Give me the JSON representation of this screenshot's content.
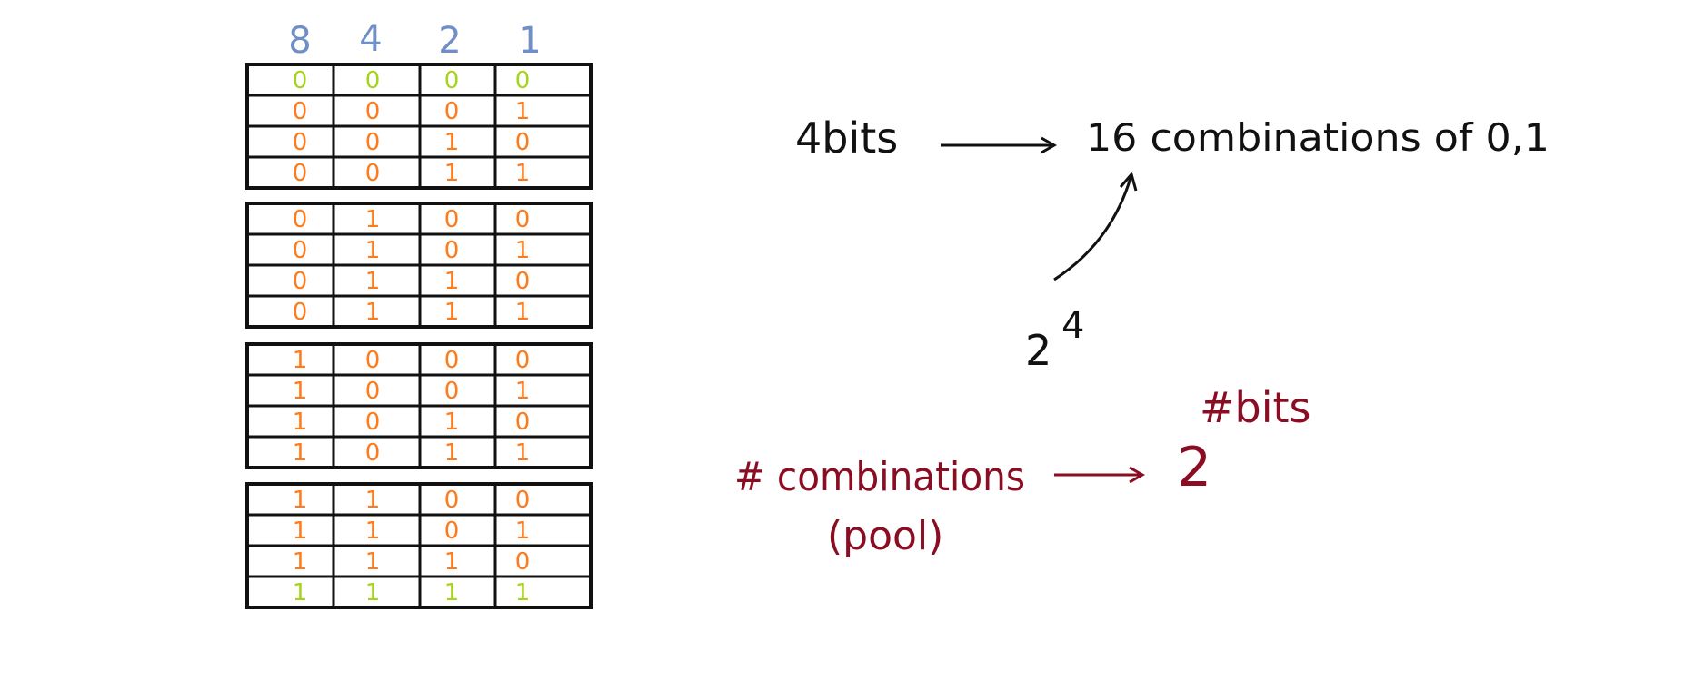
{
  "header": [
    "8",
    "4",
    "2",
    "1"
  ],
  "rows": [
    [
      "0",
      "0",
      "0",
      "0"
    ],
    [
      "0",
      "0",
      "0",
      "1"
    ],
    [
      "0",
      "0",
      "1",
      "0"
    ],
    [
      "0",
      "0",
      "1",
      "1"
    ],
    [
      "0",
      "1",
      "0",
      "0"
    ],
    [
      "0",
      "1",
      "0",
      "1"
    ],
    [
      "0",
      "1",
      "1",
      "0"
    ],
    [
      "0",
      "1",
      "1",
      "1"
    ],
    [
      "1",
      "0",
      "0",
      "0"
    ],
    [
      "1",
      "0",
      "0",
      "1"
    ],
    [
      "1",
      "0",
      "1",
      "0"
    ],
    [
      "1",
      "0",
      "1",
      "1"
    ],
    [
      "1",
      "1",
      "0",
      "0"
    ],
    [
      "1",
      "1",
      "0",
      "1"
    ],
    [
      "1",
      "1",
      "1",
      "0"
    ],
    [
      "1",
      "1",
      "1",
      "1"
    ]
  ],
  "notes": {
    "bits_text": "4bits",
    "result_text": "16 combinations of 0,1",
    "power_base": "2",
    "power_exp": "4",
    "formula_lhs": "# combinations",
    "formula_sub": "(pool)",
    "formula_base": "2",
    "formula_exp": "#bits"
  },
  "colors": {
    "header": "#6f8fc6",
    "first_last_row": "#a6d41e",
    "digits": "#ff7a1a",
    "ink": "#111111",
    "formula": "#8b0d23"
  }
}
